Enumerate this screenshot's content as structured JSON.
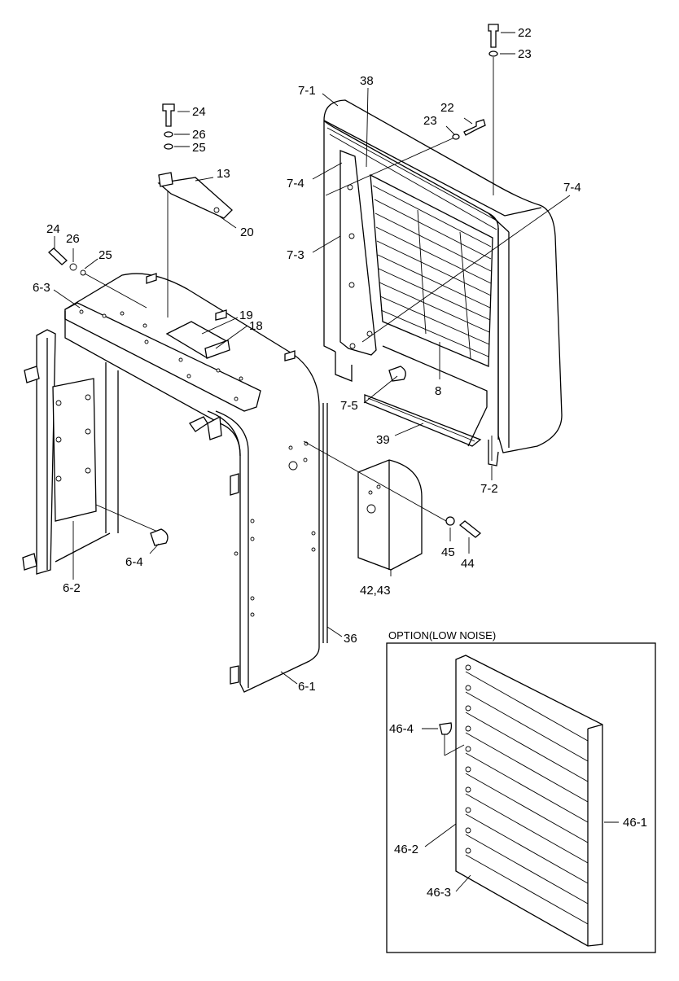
{
  "option_box": {
    "caption": "OPTION(LOW NOISE)"
  },
  "labels": [
    {
      "id": "22a",
      "text": "22"
    },
    {
      "id": "23a",
      "text": "23"
    },
    {
      "id": "22b",
      "text": "22"
    },
    {
      "id": "23b",
      "text": "23"
    },
    {
      "id": "7-1",
      "text": "7-1"
    },
    {
      "id": "38",
      "text": "38"
    },
    {
      "id": "24a",
      "text": "24"
    },
    {
      "id": "26a",
      "text": "26"
    },
    {
      "id": "25a",
      "text": "25"
    },
    {
      "id": "13",
      "text": "13"
    },
    {
      "id": "7-4a",
      "text": "7-4"
    },
    {
      "id": "7-4b",
      "text": "7-4"
    },
    {
      "id": "20",
      "text": "20"
    },
    {
      "id": "24b",
      "text": "24"
    },
    {
      "id": "26b",
      "text": "26"
    },
    {
      "id": "25b",
      "text": "25"
    },
    {
      "id": "7-3",
      "text": "7-3"
    },
    {
      "id": "6-3",
      "text": "6-3"
    },
    {
      "id": "19",
      "text": "19"
    },
    {
      "id": "18",
      "text": "18"
    },
    {
      "id": "8",
      "text": "8"
    },
    {
      "id": "7-5",
      "text": "7-5"
    },
    {
      "id": "39",
      "text": "39"
    },
    {
      "id": "7-2",
      "text": "7-2"
    },
    {
      "id": "6-4",
      "text": "6-4"
    },
    {
      "id": "45",
      "text": "45"
    },
    {
      "id": "44",
      "text": "44"
    },
    {
      "id": "6-2",
      "text": "6-2"
    },
    {
      "id": "42-43",
      "text": "42,43"
    },
    {
      "id": "36",
      "text": "36"
    },
    {
      "id": "6-1",
      "text": "6-1"
    },
    {
      "id": "46-4",
      "text": "46-4"
    },
    {
      "id": "46-1",
      "text": "46-1"
    },
    {
      "id": "46-2",
      "text": "46-2"
    },
    {
      "id": "46-3",
      "text": "46-3"
    }
  ]
}
